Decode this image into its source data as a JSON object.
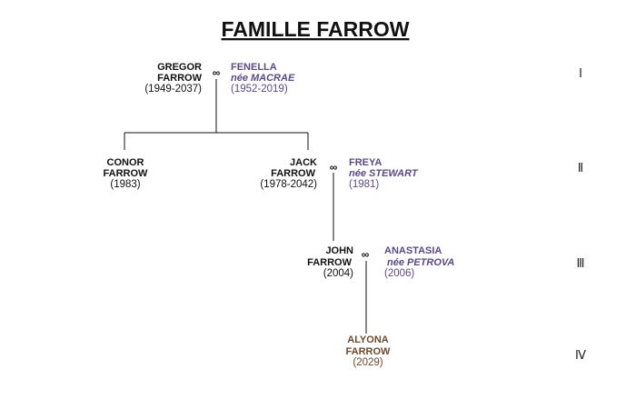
{
  "title": "FAMILLE FARROW",
  "colors": {
    "text": "#111111",
    "spouse": "#5a4a86",
    "descendant": "#6b4a2e",
    "line": "#111111"
  },
  "marriage_symbol": "∞",
  "generations": [
    "Ⅰ",
    "Ⅱ",
    "Ⅲ",
    "Ⅳ"
  ],
  "persons": {
    "gregor": {
      "first": "GREGOR",
      "last": "FARROW",
      "dates": "(1949-2037)"
    },
    "fenella": {
      "first": "FENELLA",
      "maiden": "née MACRAE",
      "dates": "(1952-2019)"
    },
    "conor": {
      "first": "CONOR",
      "last": "FARROW",
      "dates": "(1983)"
    },
    "jack": {
      "first": "JACK",
      "last": "FARROW",
      "dates": "(1978-2042)"
    },
    "freya": {
      "first": "FREYA",
      "maiden": "née STEWART",
      "dates": "(1981)"
    },
    "john": {
      "first": "JOHN",
      "last": "FARROW",
      "dates": "(2004)"
    },
    "anastasia": {
      "first": "ANASTASIA",
      "maiden": "née PETROVA",
      "dates": "(2006)"
    },
    "alyona": {
      "first": "ALYONA",
      "last": "FARROW",
      "dates": "(2029)"
    }
  }
}
